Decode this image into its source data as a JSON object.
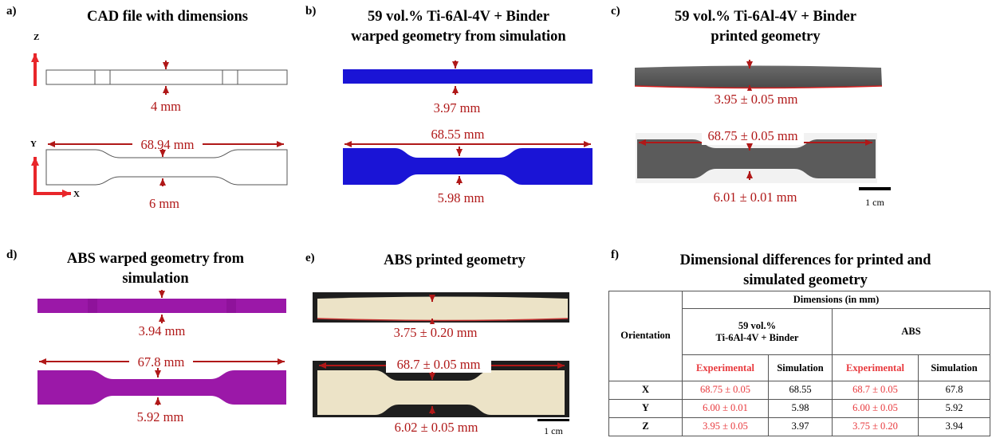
{
  "panels": {
    "a": {
      "label": "a)",
      "title": "CAD file with dimensions",
      "axis_z": "Z",
      "axis_y": "Y",
      "axis_x": "X",
      "thickness": "4 mm",
      "length": "68.94 mm",
      "width": "6 mm"
    },
    "b": {
      "label": "b)",
      "title_line1": "59 vol.% Ti-6Al-4V + Binder",
      "title_line2": "warped geometry from simulation",
      "thickness": "3.97 mm",
      "length": "68.55 mm",
      "width": "5.98 mm"
    },
    "c": {
      "label": "c)",
      "title_line1": "59 vol.% Ti-6Al-4V + Binder",
      "title_line2": "printed geometry",
      "thickness": "3.95 ± 0.05 mm",
      "length": "68.75 ± 0.05  mm",
      "width": "6.01 ± 0.01 mm",
      "scale_bar": "1 cm"
    },
    "d": {
      "label": "d)",
      "title_line1": "ABS warped geometry from",
      "title_line2": "simulation",
      "thickness": "3.94 mm",
      "length": "67.8 mm",
      "width": "5.92 mm"
    },
    "e": {
      "label": "e)",
      "title": "ABS printed geometry",
      "thickness": "3.75 ± 0.20 mm",
      "length": "68.7 ± 0.05 mm",
      "width": "6.02 ± 0.05 mm",
      "scale_bar": "1 cm"
    },
    "f": {
      "label": "f)",
      "title_line1": "Dimensional differences for printed and",
      "title_line2": "simulated geometry"
    }
  },
  "table": {
    "orientation": "Orientation",
    "dimensions": "Dimensions (in mm)",
    "group1_line1": "59 vol.%",
    "group1_line2": "Ti-6Al-4V + Binder",
    "group2": "ABS",
    "experimental": "Experimental",
    "simulation": "Simulation",
    "rows": [
      {
        "axis": "X",
        "ti_exp": "68.75 ± 0.05",
        "ti_sim": "68.55",
        "abs_exp": "68.7 ± 0.05",
        "abs_sim": "67.8"
      },
      {
        "axis": "Y",
        "ti_exp": "6.00 ± 0.01",
        "ti_sim": "5.98",
        "abs_exp": "6.00 ± 0.05",
        "abs_sim": "5.92"
      },
      {
        "axis": "Z",
        "ti_exp": "3.95 ± 0.05",
        "ti_sim": "3.97",
        "abs_exp": "3.75 ± 0.20",
        "abs_sim": "3.94"
      }
    ]
  },
  "colors": {
    "dimension": "#b01818",
    "axis": "#e8262a",
    "titanium_sim": "#1a14d6",
    "abs_sim": "#9b18a8",
    "ti_printed": "#5a5a5a",
    "abs_printed": "#ece3c7",
    "experimental": "#e8393d"
  }
}
